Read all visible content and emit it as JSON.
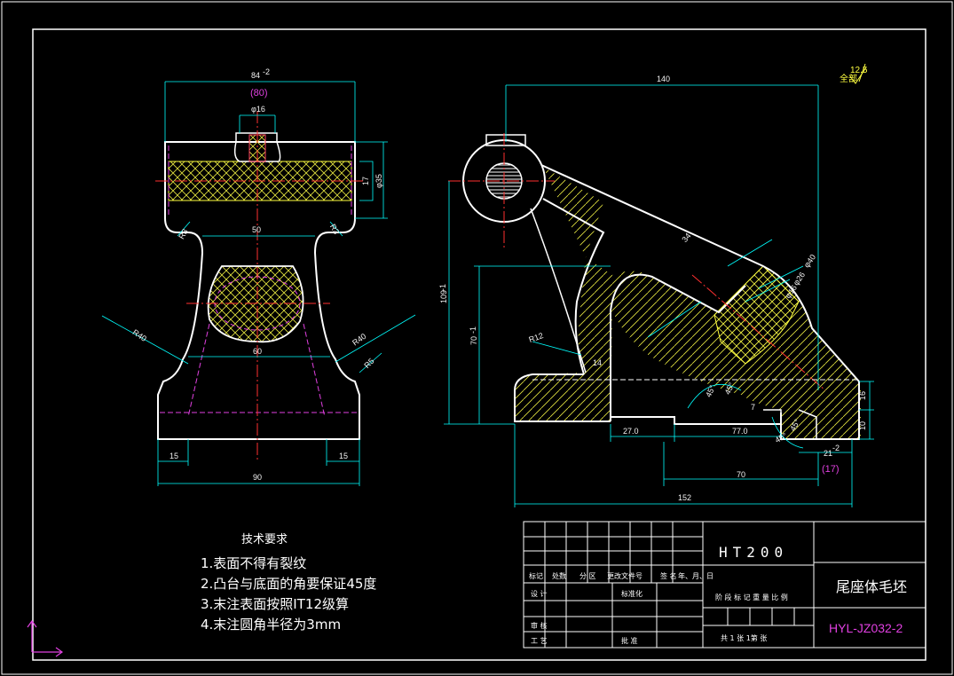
{
  "drawing": {
    "front_view_dims": {
      "top_width": "84",
      "top_width_tol": "-2",
      "top_width_ref": "(80)",
      "boss_dia": "φ16",
      "neck_width": "50",
      "bore_height": "17",
      "bore_dia": "φ35",
      "radius_left_top": "R3",
      "radius_right_top": "R3",
      "radius_left_flank": "R40",
      "radius_right_flank": "R40",
      "radius_foot": "R5",
      "inner_width": "60",
      "base_left": "15",
      "base_right": "15",
      "base_width": "90"
    },
    "side_view_dims": {
      "top_length": "140",
      "height_total": "109",
      "height_total_tol": "-1",
      "height_mid": "70",
      "height_mid_tol": "-1",
      "radius_inner": "R12",
      "web_thick": "14",
      "arm_length": "34",
      "arm_dia_outer": "φ40",
      "arm_dia_inner": "φ26",
      "arm_dia_inner2": "φ16",
      "angle_a": "45°",
      "angle_b": "45°",
      "angle_c": "45°",
      "angle_d": "45°",
      "foot_height": "16",
      "foot_low": "10",
      "base_seg_1": "27.0",
      "base_seg_2": "77.0",
      "pos_right": "21",
      "pos_right_tol": "-2",
      "pos_right_ref": "(17)",
      "base_70": "70",
      "base_total": "152",
      "small_7": "7"
    },
    "surface_finish": {
      "label": "全部",
      "value": "12.5"
    }
  },
  "notes": {
    "title": "技术要求",
    "items": [
      "1.表面不得有裂纹",
      "2.凸台与底面的角要保证45度",
      "3.末注表面按照IT12级算",
      "4.末注圆角半径为3mm"
    ]
  },
  "title_block": {
    "material": "HT200",
    "part_name": "尾座体毛坯",
    "drawing_code": "HYL-JZ032-2",
    "row_labels": [
      "标记",
      "处数",
      "分 区",
      "更改文件号",
      "签 名",
      "年、月、日"
    ],
    "design": "设 计",
    "standardize": "标准化",
    "stage_labels": "阶 段 标 记   重 量   比 例",
    "check": "审 核",
    "process": "工 艺",
    "approve": "批 准",
    "sheets": "共 1  张   1第   张"
  },
  "colors": {
    "outline": "#ffffff",
    "dimension": "#00ffff",
    "section": "#ffff40",
    "hidden": "#e040e0",
    "center": "#ff3030",
    "leader": "#00ff66"
  }
}
